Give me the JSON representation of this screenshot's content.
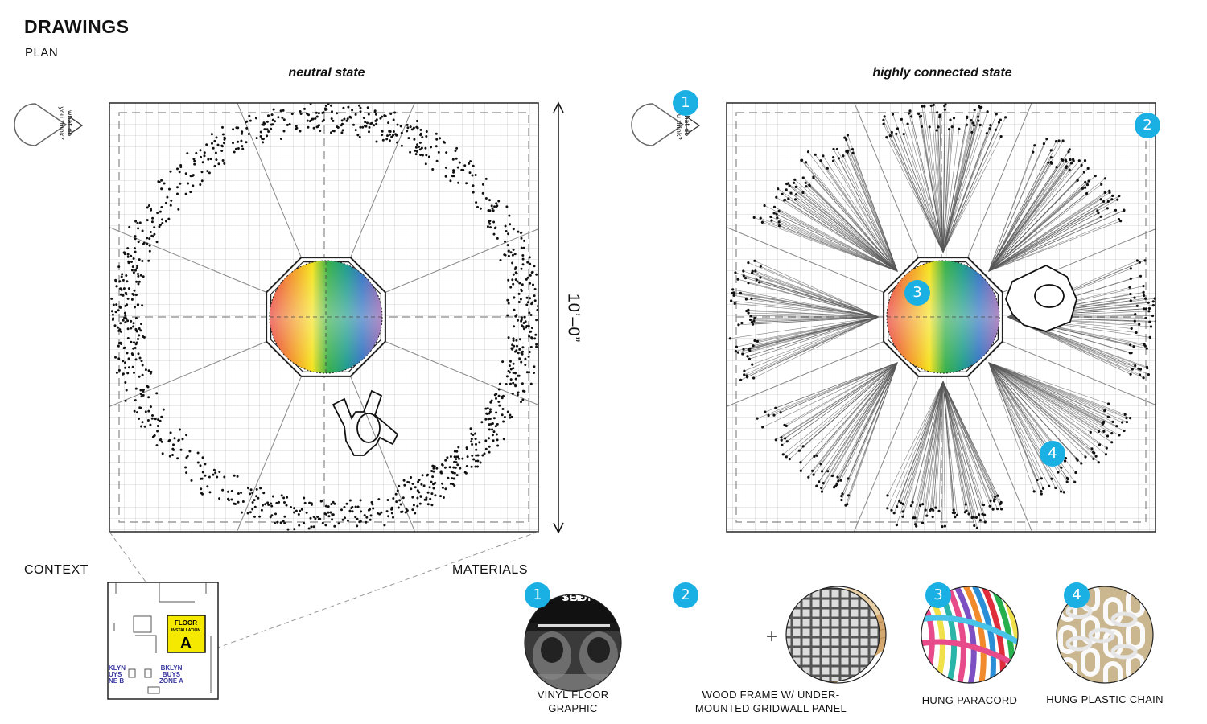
{
  "header": {
    "title": "DRAWINGS",
    "subtitle": "PLAN"
  },
  "plans": {
    "left_label": "neutral state",
    "right_label": "highly connected state",
    "dimension": "10’–0”",
    "sign_text_line1": "what do",
    "sign_text_line2": "you think?"
  },
  "callouts": [
    "1",
    "2",
    "3",
    "4"
  ],
  "context": {
    "label": "CONTEXT",
    "floor_tag_line1": "FLOOR",
    "floor_tag_line2": "INSTALLATION",
    "floor_tag_letter": "A",
    "zone_b_line1": "KLYN",
    "zone_b_line2": "UYS",
    "zone_b_line3": "NE B",
    "zone_a_line1": "BKLYN",
    "zone_a_line2": "BUYS",
    "zone_a_line3": "ZONE A",
    "accent": "#f5e900",
    "zone_color": "#3a3aa0"
  },
  "materials": {
    "label": "MATERIALS",
    "vinyl_snippet_1": "SEE",
    "vinyl_snippet_2": "YOU!",
    "plus": "+",
    "items": [
      {
        "num": "1",
        "caption_line1": "VINYL FLOOR",
        "caption_line2": "GRAPHIC"
      },
      {
        "num": "2",
        "caption_line1": "WOOD FRAME W/ UNDER-",
        "caption_line2": "MOUNTED GRIDWALL PANEL"
      },
      {
        "num": "3",
        "caption_line1": "HUNG PARACORD",
        "caption_line2": ""
      },
      {
        "num": "4",
        "caption_line1": "HUNG PLASTIC CHAIN",
        "caption_line2": ""
      }
    ]
  },
  "colors": {
    "callout": "#1bb0e4",
    "line": "#333333"
  }
}
